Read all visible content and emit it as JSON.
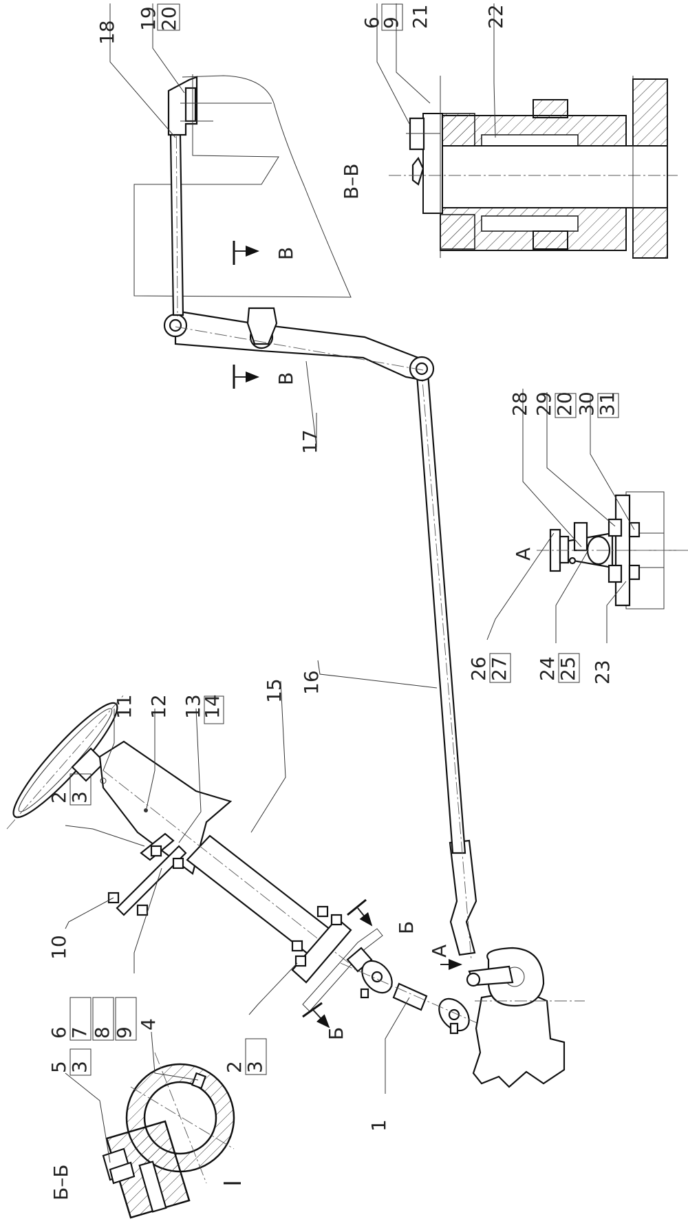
{
  "labels": {
    "p1": "1",
    "p2a": "2",
    "p3a": "3",
    "p2b": "2",
    "p3b": "3",
    "p5": "5",
    "p3c": "3",
    "p4": "4",
    "p6a": "6",
    "p7": "7",
    "p8": "8",
    "p9a": "9",
    "p6b": "6",
    "p9b": "9",
    "p10": "10",
    "p11": "11",
    "p12": "12",
    "p13": "13",
    "p14": "14",
    "p15": "15",
    "p16": "16",
    "p17": "17",
    "p18": "18",
    "p19": "19",
    "p20a": "20",
    "p21": "21",
    "p22": "22",
    "p23": "23",
    "p24": "24",
    "p25": "25",
    "p26": "26",
    "p27": "27",
    "p28": "28",
    "p29": "29",
    "p20b": "20",
    "p30": "30",
    "p31": "31"
  },
  "sections": {
    "bb_title": "Б–Б",
    "vv_title": "В–В",
    "view_a_title": "А",
    "mark_b1": "Б",
    "mark_b2": "Б",
    "mark_v1": "В",
    "mark_v2": "В",
    "mark_a": "А"
  }
}
